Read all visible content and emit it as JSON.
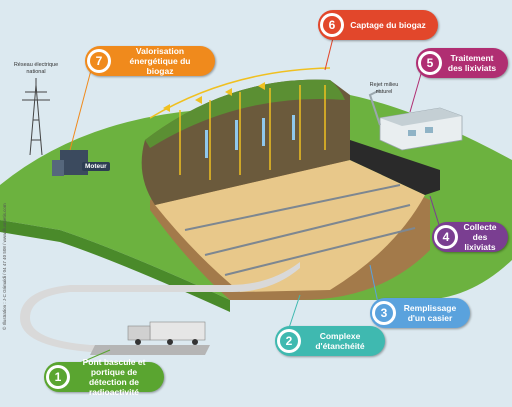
{
  "callouts": [
    {
      "num": "1",
      "text": "Pont bascule et portique de détection de radioactivité",
      "color": "#5aa530"
    },
    {
      "num": "2",
      "text": "Complexe d'étanchéité",
      "color": "#3fb9b0"
    },
    {
      "num": "3",
      "text": "Remplissage d'un casier",
      "color": "#5aa2dd"
    },
    {
      "num": "4",
      "text": "Collecte des lixiviats",
      "color": "#7a3e91"
    },
    {
      "num": "5",
      "text": "Traitement des lixiviats",
      "color": "#b02e72"
    },
    {
      "num": "6",
      "text": "Captage du biogaz",
      "color": "#e2472b"
    },
    {
      "num": "7",
      "text": "Valorisation énergétique du biogaz",
      "color": "#f08a1c"
    }
  ],
  "labels": {
    "grid": "Réseau électrique national",
    "outlet": "Rejet milieu naturel",
    "engine": "Moteur",
    "credit": "© Illustration : J-C Grimaldi / 04 47 40 508 / www.illusmetis.com"
  },
  "colors": {
    "grass": "#6cb23f",
    "grass_dark": "#4a8a2a",
    "sand": "#e8c88a",
    "waste": "#6b5a3c",
    "soil": "#a37a4a",
    "liner": "#2a2a2a"
  }
}
